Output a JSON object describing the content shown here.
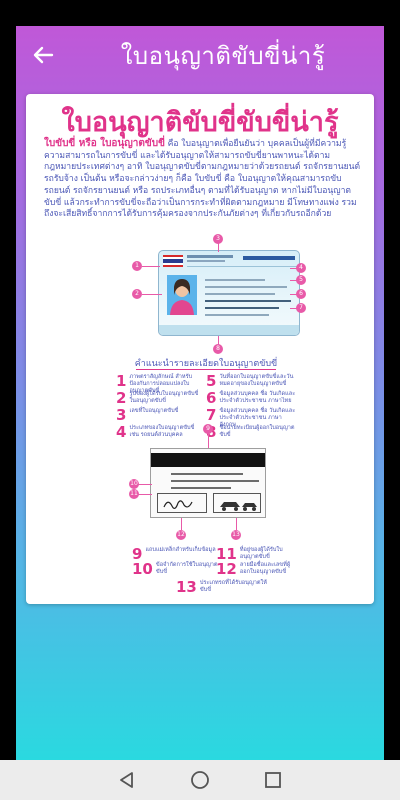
{
  "app_bar": {
    "title": "ใบอนุญาติขับขี่น่ารู้",
    "back_icon": "arrow-left-icon"
  },
  "article": {
    "title": "ใบอนุญาติขับขี่ขับขี่น่ารู้",
    "intro_lead": "ใบขับขี่ หรือ ใบอนุญาตขับขี่",
    "intro_rest": " คือ ใบอนุญาตเพื่อยืนยันว่า บุคคลเป็นผู้ที่มีความรู้ความสามารถในการขับขี่ และได้รับอนุญาตให้สามารถขับขี่ยานพาหนะได้ตามกฎหมายประเทศต่างๆ อาทิ ใบอนุญาตขับขี่ตามกฎหมายว่าด้วยรถยนต์ รถจักรยานยนต์ รถรับจ้าง เป็นต้น หรือจะกล่าวง่ายๆ ก็คือ ใบขับขี่ คือ ใบอนุญาตให้คุณสามารถขับรถยนต์ รถจักรยานยนต์ หรือ รถประเภทอื่นๆ ตามที่ได้รับอนุญาต หากไม่มีใบอนุญาตขับขี่ แล้วกระทำการขับขี่จะถือว่าเป็นการกระทำที่ผิดตามกฎหมาย มีโทษทางแพ่ง รวมถึงจะเสียสิทธิ์จากการได้รับการคุ้มครองจากประกันภัยต่างๆ ที่เกี่ยวกับรถอีกด้วย",
    "front_card_markers": [
      "1",
      "2",
      "3",
      "4",
      "5",
      "6",
      "7",
      "8"
    ],
    "legend_header": "คำแนะนำรายละเอียดใบอนุญาตขับขี่",
    "legend_front": [
      {
        "num": "1",
        "text": "ภาพตราสัญลักษณ์ สำหรับป้องกันการปลอมแปลงใบอนุญาตขับขี่"
      },
      {
        "num": "2",
        "text": "รูปของผู้ได้รับใบอนุญาตขับขี่ในอนุญาตขับขี่"
      },
      {
        "num": "3",
        "text": "เลขที่ใบอนุญาตขับขี่"
      },
      {
        "num": "4",
        "text": "ประเภทของใบอนุญาตขับขี่ เช่น รถยนต์ส่วนบุคคล"
      },
      {
        "num": "5",
        "text": "วันที่ออกใบอนุญาตขับขี่และวันหมดอายุของใบอนุญาตขับขี่"
      },
      {
        "num": "6",
        "text": "ข้อมูลส่วนบุคคล ชื่อ วันเกิดและประจำตัวประชาชน ภาษาไทย"
      },
      {
        "num": "7",
        "text": "ข้อมูลส่วนบุคคล ชื่อ วันเกิดและประจำตัวประชาชน ภาษาอังกฤษ"
      },
      {
        "num": "8",
        "text": "ชื่อนายทะเบียนผู้ออกใบอนุญาตขับขี่"
      }
    ],
    "back_card_markers": [
      "9",
      "10",
      "11",
      "12",
      "13"
    ],
    "legend_back": [
      {
        "num": "9",
        "text": "แถบแม่เหล็กสำหรับเก็บข้อมูล"
      },
      {
        "num": "10",
        "text": "ข้อจำกัดการใช้ใบอนุญาตขับขี่"
      },
      {
        "num": "11",
        "text": "ที่อยู่ของผู้ได้รับใบอนุญาตขับขี่"
      },
      {
        "num": "12",
        "text": "ลายมือชื่อและเลขที่ผู้ออกใบอนุญาตขับขี่"
      },
      {
        "num": "13",
        "text": "ประเภทรถที่ได้รับอนุญาตให้ขับขี่"
      }
    ]
  },
  "nav": {
    "back_icon": "triangle-back-icon",
    "home_icon": "circle-home-icon",
    "recents_icon": "square-recents-icon"
  },
  "colors": {
    "accent_pink": "#e0338a",
    "text_blue": "#4a56b6",
    "gradient_top": "#c058d8",
    "gradient_bottom": "#2ad9e0"
  }
}
